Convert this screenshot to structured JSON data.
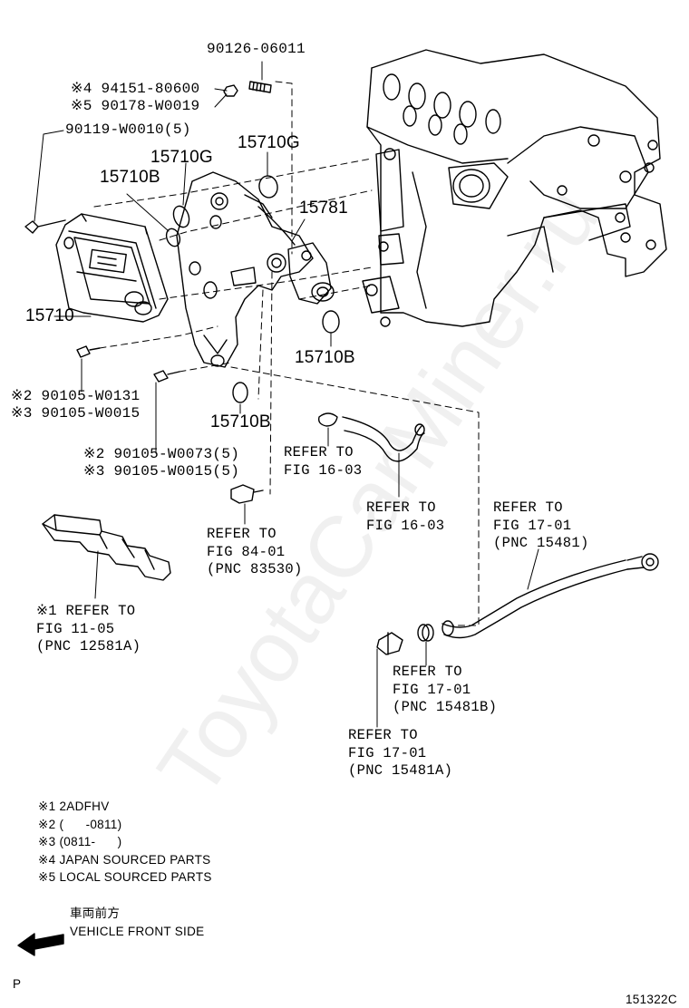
{
  "watermark": "ToyotaCarMiner.ru",
  "part_labels": {
    "bolt_90126": "90126-06011",
    "jp_94151": "※4 94151-80600",
    "local_90178": "※5 90178-W0019",
    "bolt_90119": "90119-W0010(5)",
    "gasket_g_left": "15710G",
    "gasket_g_right": "15710G",
    "gasket_b_upper": "15710B",
    "union_15781": "15781",
    "cooler_15710": "15710",
    "gasket_b_right": "15710B",
    "gasket_b_lower": "15710B",
    "bolt_90105_w0131": "※2 90105-W0131",
    "bolt_90105_w0015": "※3 90105-W0015",
    "bolt_90105_w0073": "※2 90105-W0073(5)",
    "bolt_90105_w0015_5": "※3 90105-W0015(5)"
  },
  "references": {
    "clamp": "REFER TO\nFIG 16-03",
    "hose": "REFER TO\nFIG 16-03",
    "sensor": "REFER TO\nFIG 84-01\n(PNC 83530)",
    "cover": "※1 REFER TO\nFIG 11-05\n(PNC 12581A)",
    "pipe": "REFER TO\nFIG 17-01\n(PNC 15481)",
    "gasket_pipe": "REFER TO\nFIG 17-01\n(PNC 15481B)",
    "bolt_pipe": "REFER TO\nFIG 17-01\n(PNC 15481A)"
  },
  "notes": [
    "※1 2ADFHV",
    "※2 (      -0811)",
    "※3 (0811-      )",
    "※4 JAPAN SOURCED PARTS",
    "※5 LOCAL SOURCED PARTS"
  ],
  "direction": {
    "jp": "車両前方",
    "en": "VEHICLE FRONT SIDE"
  },
  "footer": {
    "left_mark": "P",
    "figure_code": "151322C"
  }
}
